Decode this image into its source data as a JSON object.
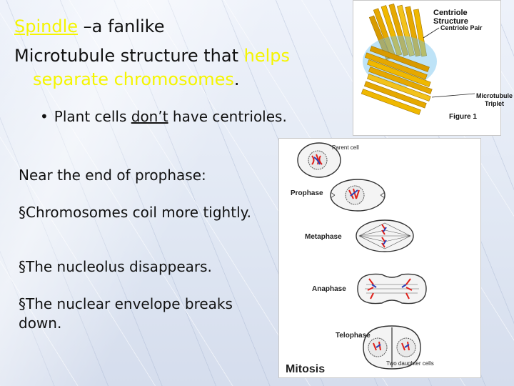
{
  "slide": {
    "title_word": "Spindle",
    "title_rest": " –a fanlike",
    "line2_start": "Microtubule structure that ",
    "line2_yellow": "helps",
    "line3_yellow": "separate chromosomes",
    "line3_end": ".",
    "bullet_start": "Plant cells ",
    "bullet_underlined": "don’t",
    "bullet_end": " have centrioles.",
    "near_end": "Near the end of prophase:",
    "items": [
      "§Chromosomes coil more tightly.",
      "§The nucleolus disappears.",
      "§The nuclear envelope breaks down."
    ]
  },
  "centriole_figure": {
    "title": "Centriole Structure",
    "pair": "Centriole Pair",
    "triplet_line1": "Microtubule",
    "triplet_line2": "Triplet",
    "figure": "Figure 1"
  },
  "mitosis_figure": {
    "parent": "Parent cell",
    "prophase": "Prophase",
    "metaphase": "Metaphase",
    "anaphase": "Anaphase",
    "telophase": "Telophase",
    "daughters": "Two daughter cells",
    "title": "Mitosis"
  },
  "colors": {
    "highlight": "#f5f500",
    "tubule": "#e6a800",
    "chromosome_red": "#e0201a",
    "chromosome_blue": "#2a3fb8"
  }
}
